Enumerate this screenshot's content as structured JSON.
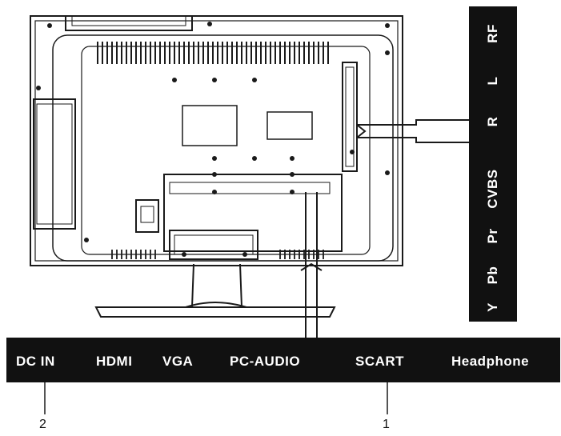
{
  "bottom_panel": {
    "labels": [
      "DC IN",
      "HDMI",
      "VGA",
      "PC-AUDIO",
      "SCART",
      "Headphone"
    ]
  },
  "side_panel": {
    "labels": [
      "RF",
      "L",
      "R",
      "CVBS",
      "Pr",
      "Pb",
      "Y"
    ]
  },
  "callouts": {
    "left": "2",
    "right": "1"
  },
  "colors": {
    "panel": "#111111",
    "line": "#1a1a1a",
    "text_on_panel": "#ffffff"
  }
}
